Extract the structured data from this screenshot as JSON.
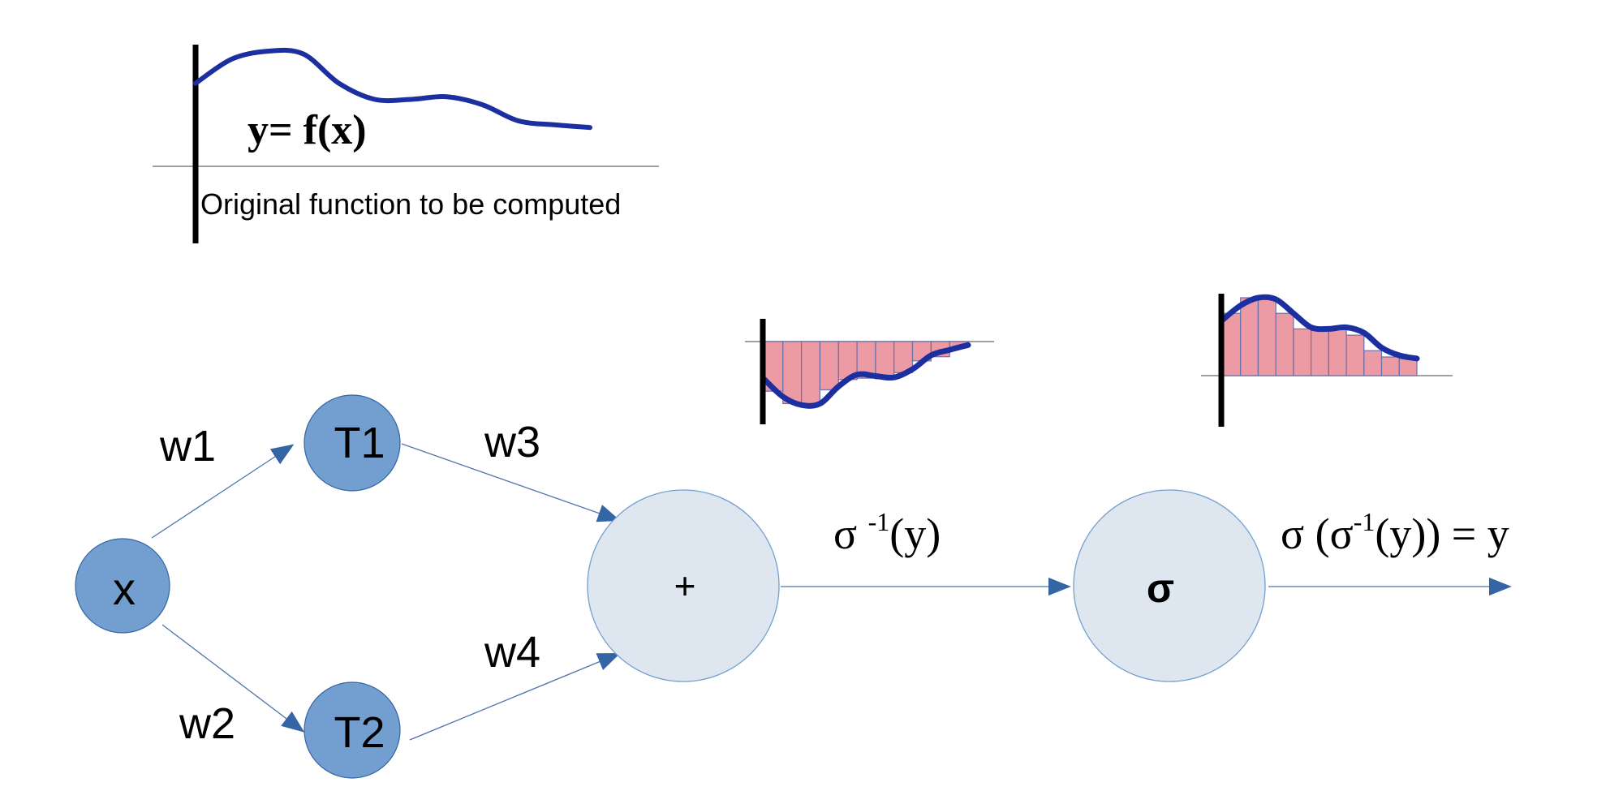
{
  "colors": {
    "node_fill": "#729fcf",
    "node_stroke": "#3465a4",
    "big_node_fill": "#dee6ef",
    "big_node_stroke": "#729fcf",
    "edge": "#4f74a8",
    "arrowhead": "#3465a4",
    "curve": "#1c2fa0",
    "bar_fill": "#ec9ba4",
    "bar_stroke": "#6a6fa8",
    "axis": "#000000",
    "baseline": "#808080",
    "text": "#000000"
  },
  "top_panel": {
    "formula": "y= f(x)",
    "caption": "Original function to be computed"
  },
  "nodes": {
    "x": "x",
    "t1": "T1",
    "t2": "T2",
    "sum": "+",
    "sigma": "σ"
  },
  "weights": {
    "w1": "w1",
    "w2": "w2",
    "w3": "w3",
    "w4": "w4"
  },
  "edge_labels": {
    "sum_to_sigma": {
      "base": "σ ",
      "sup": "-1",
      "rest": "(y)"
    },
    "sigma_out": {
      "base": "σ (σ",
      "sup": "-1",
      "rest": "(y)) = y"
    }
  },
  "chart_data": [
    {
      "type": "line",
      "title": "y= f(x)",
      "caption": "Original function to be computed",
      "x": [
        0,
        1,
        2,
        3,
        4,
        5,
        6,
        7,
        8,
        9,
        10,
        11
      ],
      "values": [
        0.62,
        0.8,
        0.86,
        0.84,
        0.62,
        0.5,
        0.5,
        0.52,
        0.46,
        0.34,
        0.31,
        0.29
      ],
      "ylim": [
        0,
        1
      ]
    },
    {
      "type": "bar",
      "title": "σ^-1(y) approximation (inverse-transformed target)",
      "bars": [
        -0.72,
        -0.9,
        -0.92,
        -0.7,
        -0.55,
        -0.53,
        -0.54,
        -0.45,
        -0.28,
        -0.22,
        -0.08
      ],
      "curve": [
        -0.55,
        -0.8,
        -0.92,
        -0.9,
        -0.65,
        -0.48,
        -0.5,
        -0.52,
        -0.4,
        -0.2,
        -0.12,
        -0.05
      ],
      "ylim": [
        -1,
        0
      ]
    },
    {
      "type": "bar",
      "title": "σ(σ^-1(y)) = y approximation",
      "bars": [
        0.8,
        1.0,
        1.0,
        0.8,
        0.6,
        0.58,
        0.6,
        0.52,
        0.32,
        0.24,
        0.22
      ],
      "curve": [
        0.72,
        0.9,
        1.0,
        0.98,
        0.8,
        0.62,
        0.6,
        0.62,
        0.55,
        0.36,
        0.26,
        0.22
      ],
      "ylim": [
        0,
        1
      ]
    }
  ]
}
